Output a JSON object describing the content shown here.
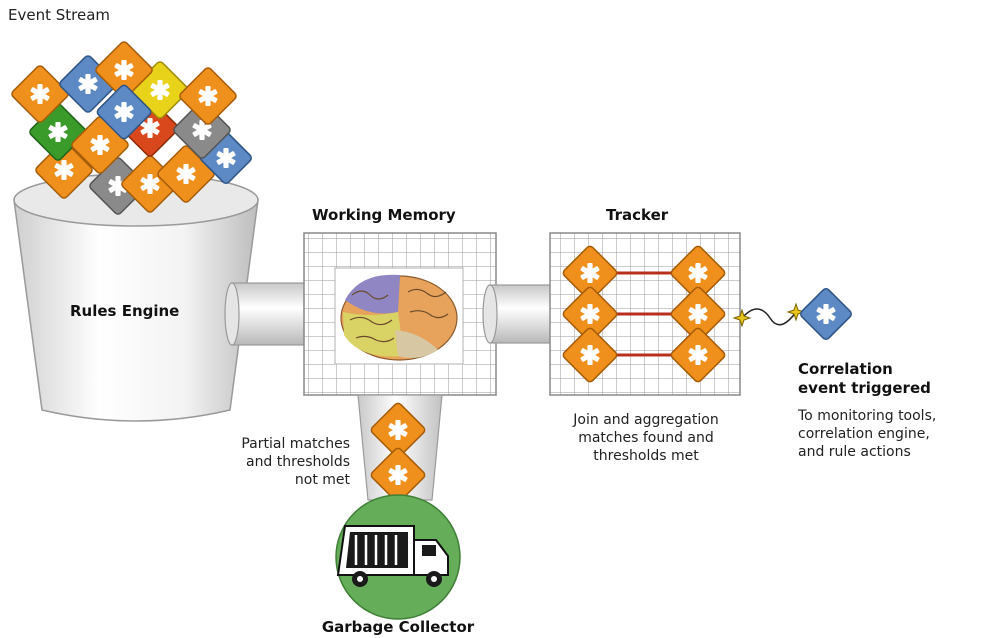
{
  "labels": {
    "event_stream": "Event Stream",
    "rules_engine": "Rules Engine",
    "working_memory": "Working Memory",
    "tracker": "Tracker",
    "correlation_title_1": "Correlation",
    "correlation_title_2": "event triggered",
    "correlation_desc": [
      "To monitoring tools,",
      "correlation engine,",
      "and rule actions"
    ],
    "join_desc": [
      "Join and aggregation",
      "matches found and",
      "thresholds met"
    ],
    "partial_desc": [
      "Partial matches",
      "and thresholds",
      "not met"
    ],
    "garbage_collector": "Garbage Collector"
  },
  "colors": {
    "orange": "#f0901c",
    "blue": "#5d89c4",
    "yellow": "#e8d21a",
    "green": "#3a9a2a",
    "red": "#d9481c",
    "gray": "#8a8a8a",
    "connector_red": "#b8301c",
    "gc_green": "#66ad5a"
  },
  "icons": {
    "event_token": "asterisk-diamond-icon",
    "fired_event": "asterisk-diamond-icon",
    "brain": "brain-icon",
    "garbage_truck": "garbage-truck-icon",
    "spark": "spark-icon"
  }
}
